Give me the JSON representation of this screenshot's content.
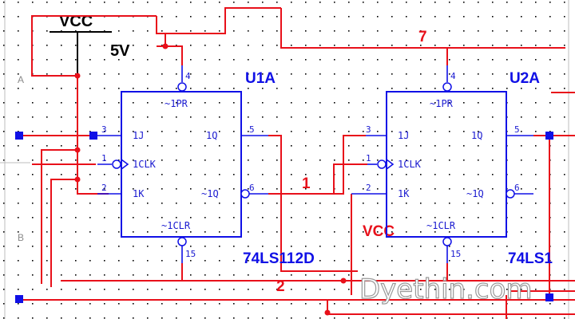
{
  "supply": {
    "label": "VCC",
    "voltage": "5V"
  },
  "vcc_marker": "VCC",
  "nets": {
    "n1": "1",
    "n2": "2",
    "n7": "7"
  },
  "border": {
    "row_a": "A",
    "row_b": "B"
  },
  "watermark": "Dyethin.com",
  "chips": [
    {
      "refdes": "U1A",
      "part": "74LS112D",
      "pins": {
        "pr": "~1PR",
        "j": "1J",
        "clk": "1CLK",
        "k": "1K",
        "q": "1Q",
        "qn": "~1Q",
        "clr": "~1CLR",
        "n_pr": "4",
        "n_j": "3",
        "n_clk": "1",
        "n_k": "2",
        "n_q": "5",
        "n_qn": "6",
        "n_clr": "15"
      }
    },
    {
      "refdes": "U2A",
      "part": "74LS1",
      "pins": {
        "pr": "~1PR",
        "j": "1J",
        "clk": "1CLK",
        "k": "1K",
        "q": "1Q",
        "qn": "~1Q",
        "clr": "~1CLR",
        "n_pr": "4",
        "n_j": "3",
        "n_clk": "1",
        "n_k": "2",
        "n_q": "5",
        "n_qn": "6",
        "n_clr": "15"
      }
    }
  ],
  "colors": {
    "wire": "#e8101a",
    "chip": "#1010e6",
    "text": "#000000",
    "background": "#ffffff"
  }
}
